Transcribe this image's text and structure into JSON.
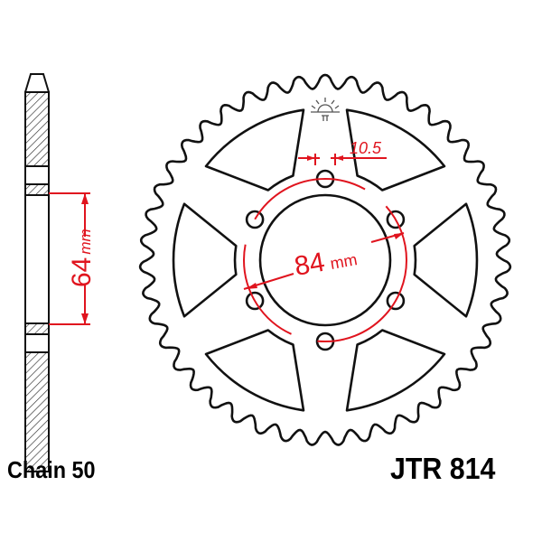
{
  "part": {
    "chain_label": "Chain 50",
    "part_number": "JTR 814"
  },
  "dimensions": {
    "hub_bore_label": "64",
    "hub_bore_unit": "mm",
    "pcd_label": "84",
    "pcd_unit": "mm",
    "bolt_hole_label": "10.5"
  },
  "sprocket": {
    "teeth": 43,
    "bolt_holes": 6,
    "cutouts": 6
  },
  "colors": {
    "line": "#111111",
    "dimension": "#e0141e",
    "hatch": "#333333"
  }
}
